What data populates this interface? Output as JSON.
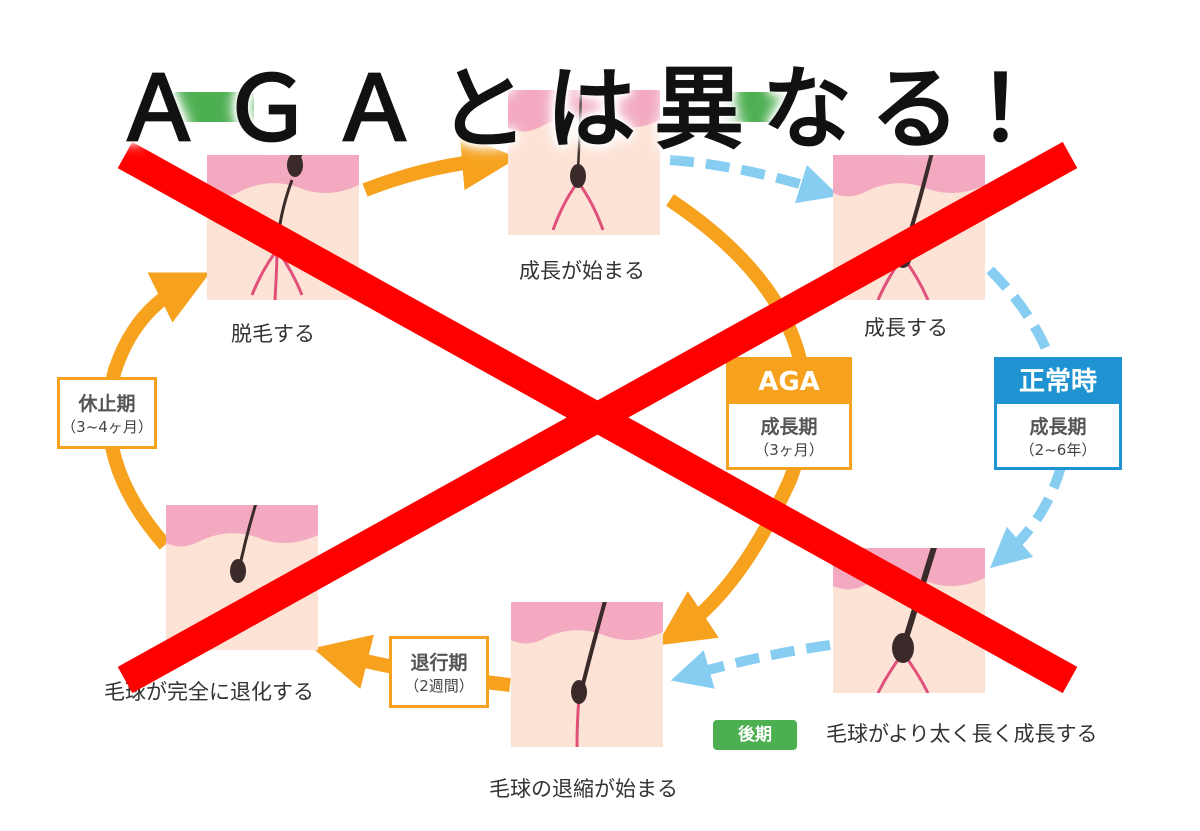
{
  "title": "ＡＧＡとは異なる！",
  "stages": {
    "shedding": "脱毛する",
    "growth_start": "成長が始まる",
    "growing": "成長する",
    "thicker": "毛球がより太く長く成長する",
    "regression_start": "毛球の退縮が始まる",
    "fully_regressed": "毛球が完全に退化する"
  },
  "phase_tags": {
    "late": "後期"
  },
  "resting": {
    "label": "休止期",
    "duration": "（3~4ヶ月）"
  },
  "catagen": {
    "label": "退行期",
    "duration": "（2週間）"
  },
  "aga": {
    "header": "AGA",
    "label": "成長期",
    "duration": "（3ヶ月）"
  },
  "normal": {
    "header": "正常時",
    "label": "成長期",
    "duration": "（2~6年）"
  },
  "colors": {
    "orange": "#f6a21e",
    "blue": "#1f93d2",
    "light_blue": "#86cdf1",
    "green": "#4caf50",
    "red_cross": "#ff0000",
    "skin": "#fde3d6",
    "skin_top": "#f3a9c0"
  }
}
